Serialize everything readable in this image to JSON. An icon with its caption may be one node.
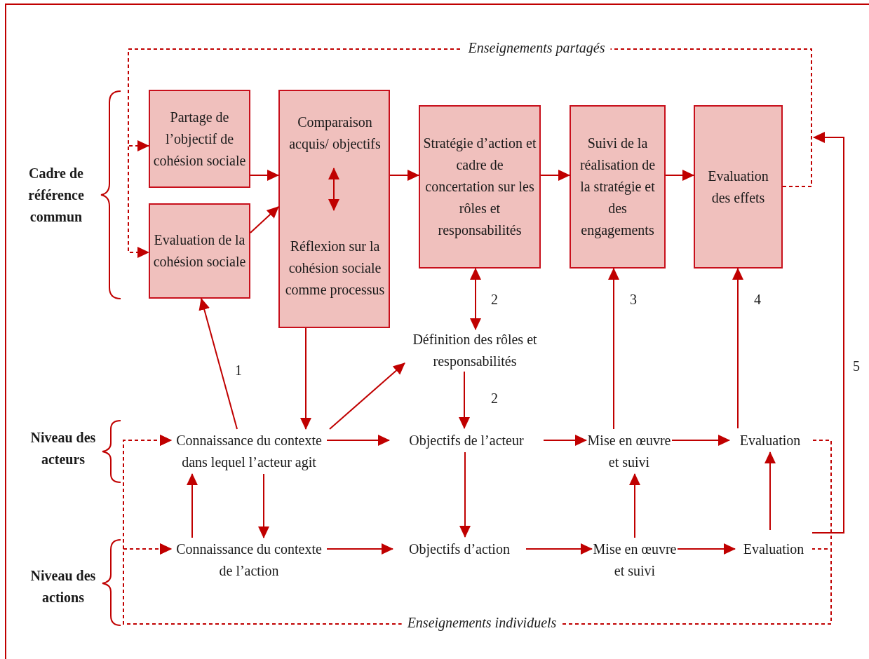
{
  "diagram": {
    "nodes": [
      {
        "text": [
          "Partage de l’objectif de cohésion sociale"
        ]
      },
      {
        "text": [
          "Evaluation de la cohésion sociale"
        ]
      },
      {
        "text": [],
        "shape": "box"
      },
      {
        "text": [
          "Comparaison acquis/ objectifs"
        ],
        "in": 2
      },
      {
        "text": [
          "Réflexion sur la cohésion sociale comme processus"
        ],
        "in": 2
      },
      {
        "text": [
          "Stratégie d’action et cadre de concertation sur les rôles et responsabilités"
        ]
      },
      {
        "text": [
          "Suivi de la réalisation de la stratégie et des engagements"
        ]
      },
      {
        "text": [
          "Evaluation des effets"
        ]
      },
      {
        "text": [
          "Définition des rôles et responsabilités"
        ]
      },
      {
        "text": [
          "Connaissance du contexte dans lequel l’acteur agit"
        ]
      },
      {
        "text": [
          "Objectifs de l’acteur"
        ]
      },
      {
        "text": [
          "Mise en œuvre et suivi"
        ]
      },
      {
        "text": [
          "Evaluation"
        ]
      },
      {
        "text": [
          "Connaissance du contexte de l’action"
        ]
      },
      {
        "text": [
          "Objectifs d’action"
        ]
      },
      {
        "text": [
          "Mise en œuvre et suivi"
        ]
      },
      {
        "text": [
          "Evaluation"
        ]
      }
    ],
    "edges": [
      {
        "from": 0,
        "to": 2,
        "arrow": "to"
      },
      {
        "from": 1,
        "to": 2,
        "arrow": "to"
      },
      {
        "from": 3,
        "to": 4,
        "arrow": "both"
      },
      {
        "from": 2,
        "to": 5,
        "arrow": "to"
      },
      {
        "from": 5,
        "to": 6,
        "arrow": "to"
      },
      {
        "from": 6,
        "to": 7,
        "arrow": "to"
      },
      {
        "from": 5,
        "to": 8,
        "arrow": "both",
        "label": "2"
      },
      {
        "from": 8,
        "to": 10,
        "arrow": "to",
        "label": "2"
      },
      {
        "from": 9,
        "to": 1,
        "arrow": "to",
        "label": "1"
      },
      {
        "from": 2,
        "to": 9,
        "arrow": "to"
      },
      {
        "from": 9,
        "to": 8,
        "arrow": "to"
      },
      {
        "from": 9,
        "to": 10,
        "arrow": "to"
      },
      {
        "from": 10,
        "to": 11,
        "arrow": "to"
      },
      {
        "from": 11,
        "to": 12,
        "arrow": "to"
      },
      {
        "from": 11,
        "to": 6,
        "arrow": "to",
        "label": "3"
      },
      {
        "from": 12,
        "to": 7,
        "arrow": "to",
        "label": "4"
      },
      {
        "from": 13,
        "to": 9,
        "arrow": "to"
      },
      {
        "from": 9,
        "to": 13,
        "arrow": "to"
      },
      {
        "from": 10,
        "to": 14,
        "arrow": "to"
      },
      {
        "from": 13,
        "to": 14,
        "arrow": "to"
      },
      {
        "from": 14,
        "to": 15,
        "arrow": "to"
      },
      {
        "from": 15,
        "to": 16,
        "arrow": "to"
      },
      {
        "from": 15,
        "to": 11,
        "arrow": "to"
      },
      {
        "from": 16,
        "to": 12,
        "arrow": "to"
      },
      {
        "from": 7,
        "to": 0,
        "arrow": "to",
        "style": "dashed",
        "label": "Enseignements partagés"
      },
      {
        "from": 7,
        "to": 1,
        "arrow": "to",
        "style": "dashed"
      },
      {
        "from": 12,
        "to": 9,
        "arrow": "to",
        "style": "dashed",
        "label": "Enseignements individuels"
      },
      {
        "from": 12,
        "to": 13,
        "arrow": "to",
        "style": "dashed"
      },
      {
        "from": 16,
        "to": 9,
        "arrow": "to",
        "style": "dashed"
      },
      {
        "from": 16,
        "to": 13,
        "arrow": "to",
        "style": "dashed"
      },
      {
        "from": 16,
        "to": null,
        "arrow": "to",
        "label": "5"
      }
    ],
    "labels": [
      "Cadre de référence commun",
      "Niveau des acteurs",
      "Niveau des actions"
    ]
  }
}
